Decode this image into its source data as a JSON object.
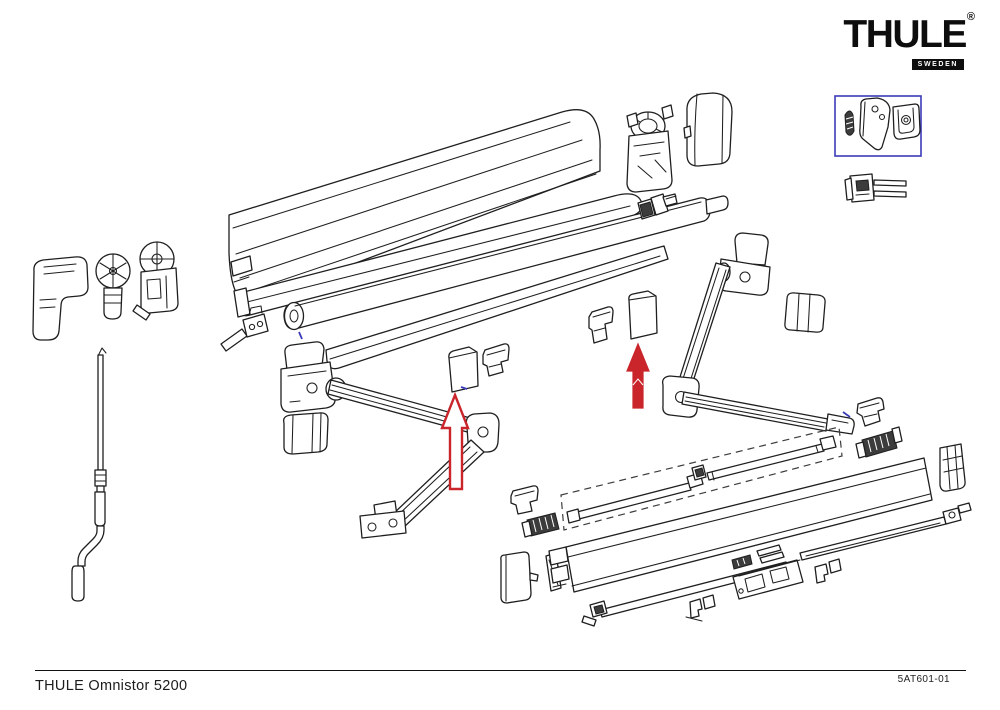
{
  "brand": {
    "name": "THULE",
    "registered": "®",
    "tagline": "SWEDEN"
  },
  "footer": {
    "title": "THULE Omnistor 5200",
    "doc_number": "5AT601-01"
  },
  "colors": {
    "ink": "#1f1f1f",
    "arrow_red": "#c9252b",
    "callout_blue": "#3a3ab8",
    "background": "#ffffff"
  },
  "diagram": {
    "kind": "exploded-parts-view",
    "highlighted_parts": [
      "fabric-clamp-sheet-left",
      "fabric-clamp-sheet-right"
    ],
    "callout_box_parts": [
      "cone-plug",
      "mounting-plate",
      "u-bracket"
    ]
  }
}
